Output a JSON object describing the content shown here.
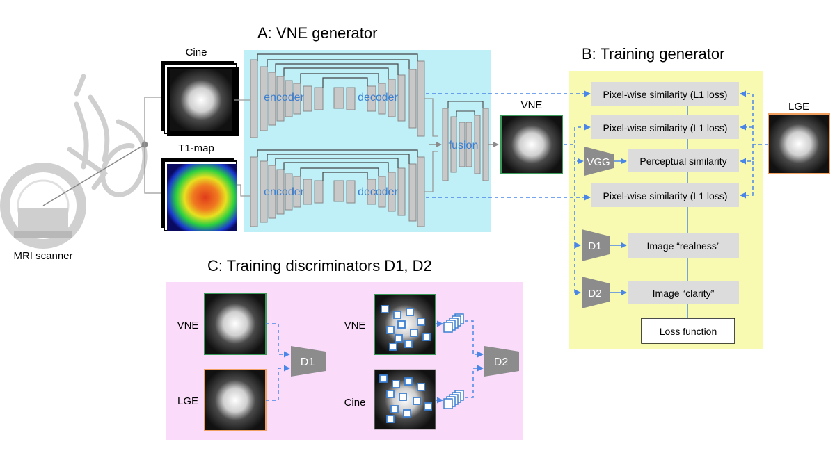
{
  "scanner": {
    "label": "MRI scanner"
  },
  "inputs": {
    "cine_label": "Cine",
    "t1_label": "T1-map"
  },
  "panel_a": {
    "title": "A: VNE generator",
    "unet_top": {
      "encoder": "encoder",
      "decoder": "decoder"
    },
    "unet_bottom": {
      "encoder": "encoder",
      "decoder": "decoder"
    },
    "fusion": "fusion",
    "colors": {
      "background": "#bff0f8",
      "text": "#3b7fd1",
      "blocks": "#c8c8c8"
    }
  },
  "vne_output": {
    "label": "VNE"
  },
  "lge_input": {
    "label": "LGE"
  },
  "panel_b": {
    "title": "B: Training generator",
    "boxes": [
      "Pixel-wise similarity (L1 loss)",
      "Pixel-wise similarity (L1 loss)",
      "Perceptual similarity",
      "Pixel-wise similarity (L1 loss)",
      "Image “realness”",
      "Image “clarity”"
    ],
    "vgg": "VGG",
    "d1": "D1",
    "d2": "D2",
    "loss": "Loss function",
    "colors": {
      "background": "#f7fab0",
      "box": "#dcdcdc",
      "network": "#8c8c8c"
    }
  },
  "panel_c": {
    "title": "C: Training discriminators D1, D2",
    "left": {
      "vne_label": "VNE",
      "lge_label": "LGE",
      "d1": "D1"
    },
    "right": {
      "vne_label": "VNE",
      "cine_label": "Cine",
      "d2": "D2"
    },
    "colors": {
      "background": "#fadcfa"
    }
  },
  "colors": {
    "arrow": "#4a86e8",
    "vne_border": "#3a9a5a",
    "lge_border": "#f0a060"
  }
}
